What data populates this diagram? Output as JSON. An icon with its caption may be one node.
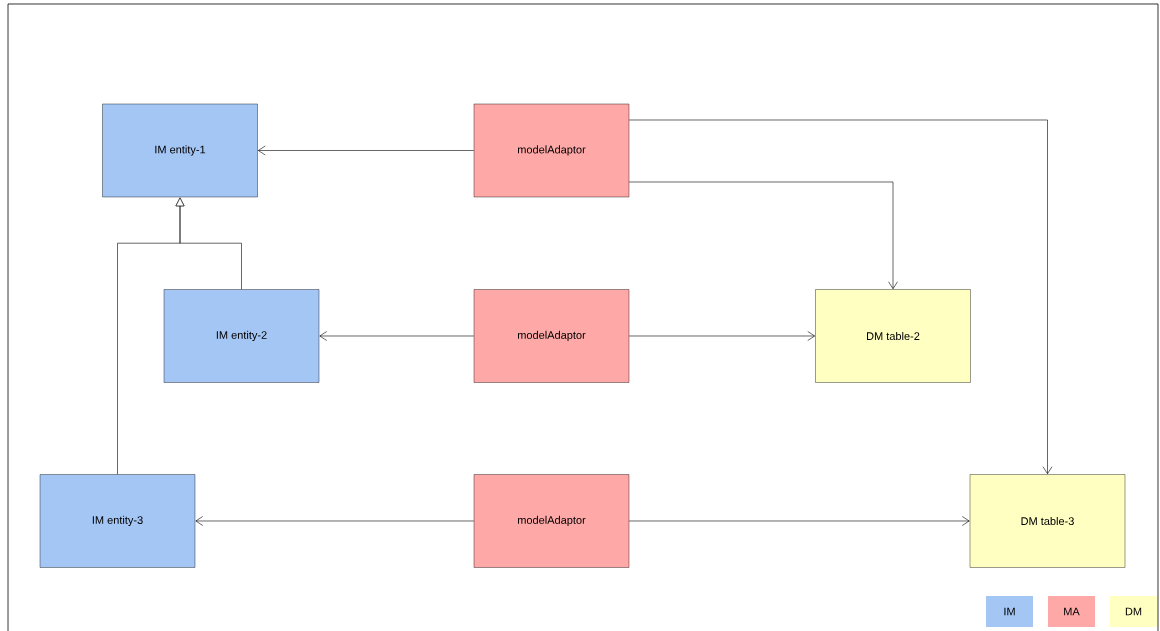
{
  "diagram": {
    "nodes": [
      {
        "text": [
          "IM entity-1"
        ]
      },
      {
        "text": [
          "modelAdaptor"
        ]
      },
      {
        "text": [
          "IM entity-2"
        ]
      },
      {
        "text": [
          "modelAdaptor"
        ]
      },
      {
        "text": [
          "DM table-2"
        ]
      },
      {
        "text": [
          "IM entity-3"
        ]
      },
      {
        "text": [
          "modelAdaptor"
        ]
      },
      {
        "text": [
          "DM table-3"
        ]
      }
    ],
    "edges": [
      {
        "from": 1,
        "to": 0,
        "arrow": "to"
      },
      {
        "from": 1,
        "to": 4,
        "arrow": "to"
      },
      {
        "from": 1,
        "to": 7,
        "arrow": "to"
      },
      {
        "from": 2,
        "to": 0,
        "arrow": "to"
      },
      {
        "from": 5,
        "to": 0,
        "arrow": "to"
      },
      {
        "from": 3,
        "to": 2,
        "arrow": "to"
      },
      {
        "from": 3,
        "to": 4,
        "arrow": "to"
      },
      {
        "from": 6,
        "to": 5,
        "arrow": "to"
      },
      {
        "from": 6,
        "to": 7,
        "arrow": "to"
      }
    ],
    "legend": [
      {
        "text": "IM",
        "color": "#a3c6f5"
      },
      {
        "text": "MA",
        "color": "#ffa8a8"
      },
      {
        "text": "DM",
        "color": "#ffffc2"
      }
    ]
  }
}
